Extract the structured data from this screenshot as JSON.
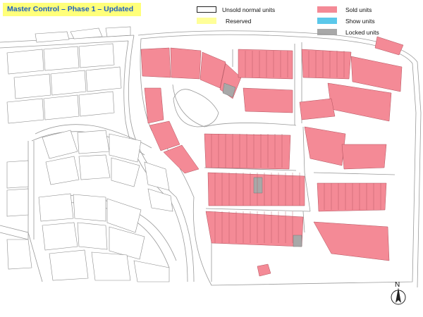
{
  "title": "Master Control – Phase 1 – Updated",
  "legend": {
    "unsold": {
      "label": "Unsold normal units",
      "color": "#ffffff"
    },
    "reserved": {
      "label": "Reserved",
      "color": "#ffff99"
    },
    "sold": {
      "label": "Sold units",
      "color": "#f48a96"
    },
    "show": {
      "label": "Show units",
      "color": "#5bc8ea"
    },
    "locked": {
      "label": "Locked units",
      "color": "#a8a8a8"
    }
  },
  "compass": {
    "label": "N",
    "icon": "north-arrow-icon"
  }
}
